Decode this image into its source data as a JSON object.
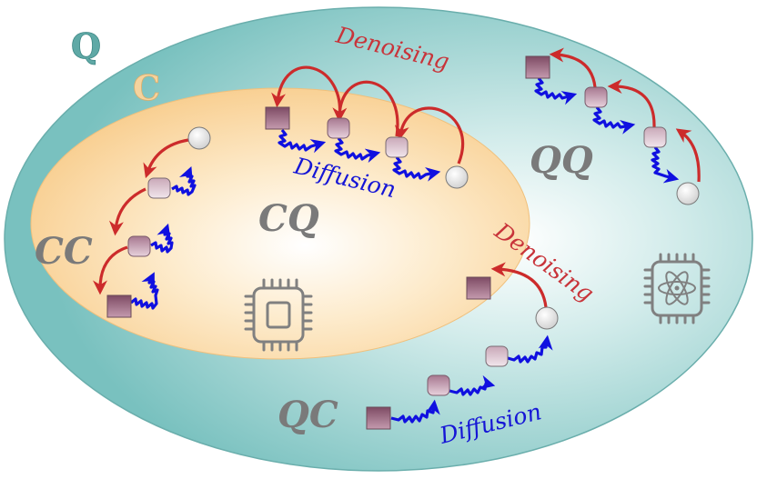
{
  "sets": {
    "outer_label": "Q",
    "inner_label": "C"
  },
  "regions": {
    "cc": "CC",
    "cq": "CQ",
    "qq": "QQ",
    "qc": "QC"
  },
  "arrows": {
    "denoising_top": "Denoising",
    "diffusion_top": "Diffusion",
    "denoising_right": "Denoising",
    "diffusion_bottom": "Diffusion"
  },
  "icons": {
    "classical_chip": "cpu-chip-icon",
    "quantum_chip": "quantum-chip-icon"
  },
  "colors": {
    "outer_fill": "#7cc3c1",
    "inner_fill": "#fbd8a2",
    "diffusion": "#1010e0",
    "denoising": "#cc2b2b",
    "node_noisy": "#9c5f78",
    "node_clean": "#ececec"
  }
}
